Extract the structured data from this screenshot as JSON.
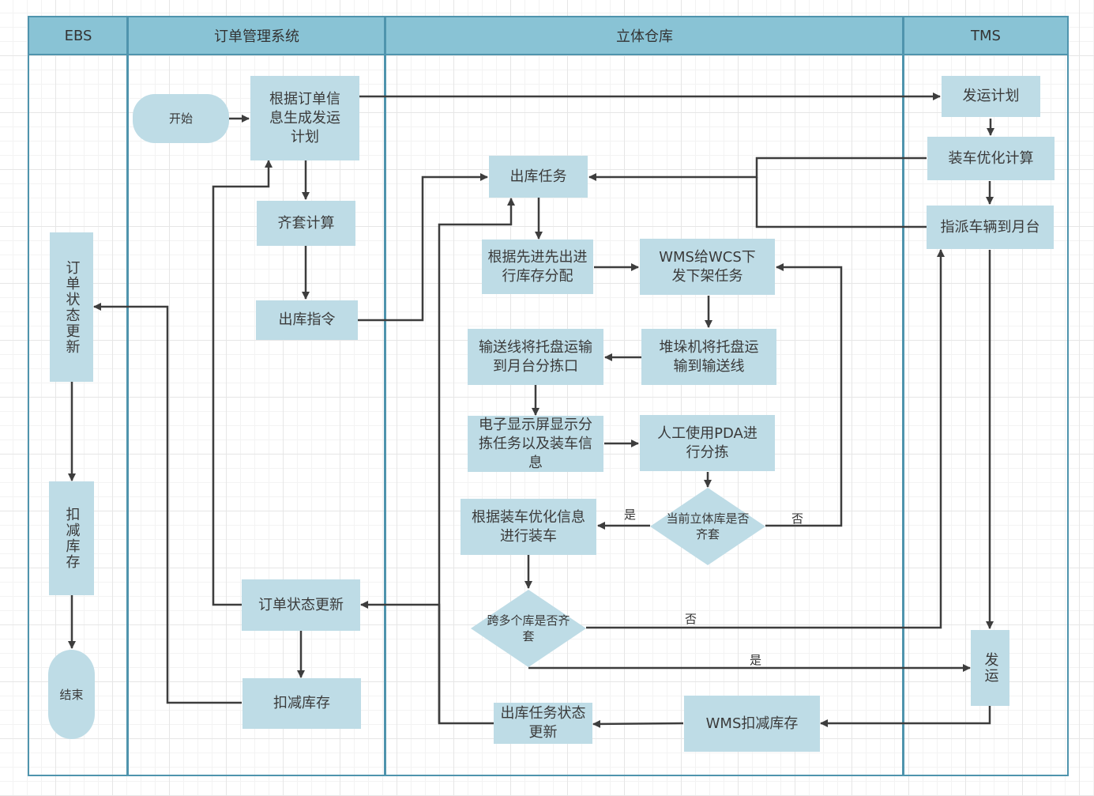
{
  "diagram": {
    "type": "swimlane-flowchart",
    "lanes": [
      {
        "id": "ebs",
        "title": "EBS"
      },
      {
        "id": "oms",
        "title": "订单管理系统"
      },
      {
        "id": "asrs",
        "title": "立体仓库"
      },
      {
        "id": "tms",
        "title": "TMS"
      }
    ],
    "nodes": {
      "start": {
        "label": "开始",
        "shape": "terminal",
        "lane": "oms"
      },
      "gen_plan": {
        "label": "根据订单信息生成发运计划",
        "shape": "process",
        "lane": "oms"
      },
      "kit_calc": {
        "label": "齐套计算",
        "shape": "process",
        "lane": "oms"
      },
      "out_cmd": {
        "label": "出库指令",
        "shape": "process",
        "lane": "oms"
      },
      "oms_status": {
        "label": "订单状态更新",
        "shape": "process",
        "lane": "oms"
      },
      "oms_deduct": {
        "label": "扣减库存",
        "shape": "process",
        "lane": "oms"
      },
      "ebs_status": {
        "label": "订单状态更新",
        "shape": "process-vertical",
        "lane": "ebs"
      },
      "ebs_deduct": {
        "label": "扣减库存",
        "shape": "process-vertical",
        "lane": "ebs"
      },
      "end": {
        "label": "结束",
        "shape": "terminal",
        "lane": "ebs"
      },
      "out_task": {
        "label": "出库任务",
        "shape": "process",
        "lane": "asrs"
      },
      "fifo": {
        "label": "根据先进先出进行库存分配",
        "shape": "process",
        "lane": "asrs"
      },
      "wms_wcs": {
        "label": "WMS给WCS下发下架任务",
        "shape": "process",
        "lane": "asrs"
      },
      "stacker": {
        "label": "堆垛机将托盘运输到输送线",
        "shape": "process",
        "lane": "asrs"
      },
      "conveyor": {
        "label": "输送线将托盘运输到月台分拣口",
        "shape": "process",
        "lane": "asrs"
      },
      "display": {
        "label": "电子显示屏显示分拣任务以及装车信息",
        "shape": "process",
        "lane": "asrs"
      },
      "pda": {
        "label": "人工使用PDA进行分拣",
        "shape": "process",
        "lane": "asrs"
      },
      "kit_check": {
        "label": "当前立体库是否齐套",
        "shape": "decision",
        "lane": "asrs"
      },
      "load": {
        "label": "根据装车优化信息进行装车",
        "shape": "process",
        "lane": "asrs"
      },
      "multi_check": {
        "label": "跨多个库是否齐套",
        "shape": "decision",
        "lane": "asrs"
      },
      "task_status": {
        "label": "出库任务状态更新",
        "shape": "process",
        "lane": "asrs"
      },
      "wms_deduct": {
        "label": "WMS扣减库存",
        "shape": "process",
        "lane": "asrs"
      },
      "ship_plan": {
        "label": "发运计划",
        "shape": "process",
        "lane": "tms"
      },
      "load_opt": {
        "label": "装车优化计算",
        "shape": "process",
        "lane": "tms"
      },
      "dispatch": {
        "label": "指派车辆到月台",
        "shape": "process",
        "lane": "tms"
      },
      "ship": {
        "label": "发运",
        "shape": "process-vertical",
        "lane": "tms"
      }
    },
    "edges": [
      {
        "from": "start",
        "to": "gen_plan"
      },
      {
        "from": "gen_plan",
        "to": "ship_plan"
      },
      {
        "from": "gen_plan",
        "to": "kit_calc"
      },
      {
        "from": "kit_calc",
        "to": "out_cmd"
      },
      {
        "from": "out_cmd",
        "to": "out_task"
      },
      {
        "from": "ship_plan",
        "to": "load_opt"
      },
      {
        "from": "load_opt",
        "to": "dispatch"
      },
      {
        "from": "load_opt",
        "to": "out_task"
      },
      {
        "from": "dispatch",
        "to": "out_task"
      },
      {
        "from": "out_task",
        "to": "fifo"
      },
      {
        "from": "fifo",
        "to": "wms_wcs"
      },
      {
        "from": "wms_wcs",
        "to": "stacker"
      },
      {
        "from": "stacker",
        "to": "conveyor"
      },
      {
        "from": "conveyor",
        "to": "display"
      },
      {
        "from": "display",
        "to": "pda"
      },
      {
        "from": "pda",
        "to": "kit_check"
      },
      {
        "from": "kit_check",
        "to": "load",
        "label": "是"
      },
      {
        "from": "kit_check",
        "to": "wms_wcs",
        "label": "否"
      },
      {
        "from": "load",
        "to": "multi_check"
      },
      {
        "from": "multi_check",
        "to": "dispatch",
        "label": "否"
      },
      {
        "from": "multi_check",
        "to": "ship",
        "label": "是"
      },
      {
        "from": "dispatch",
        "to": "ship"
      },
      {
        "from": "ship",
        "to": "wms_deduct"
      },
      {
        "from": "wms_deduct",
        "to": "task_status"
      },
      {
        "from": "task_status",
        "to": "oms_status"
      },
      {
        "from": "task_status",
        "to": "out_task"
      },
      {
        "from": "oms_status",
        "to": "oms_deduct"
      },
      {
        "from": "oms_status",
        "to": "gen_plan"
      },
      {
        "from": "oms_deduct",
        "to": "ebs_status"
      },
      {
        "from": "ebs_status",
        "to": "ebs_deduct"
      },
      {
        "from": "ebs_deduct",
        "to": "end"
      }
    ],
    "edge_labels": {
      "kit_yes": "是",
      "kit_no": "否",
      "multi_no": "否",
      "multi_yes": "是"
    },
    "colors": {
      "header_fill": "#89c3d5",
      "lane_border": "#4f94ad",
      "node_fill": "#bedce6",
      "edge_stroke": "#3d3d3d",
      "text": "#333333"
    }
  }
}
